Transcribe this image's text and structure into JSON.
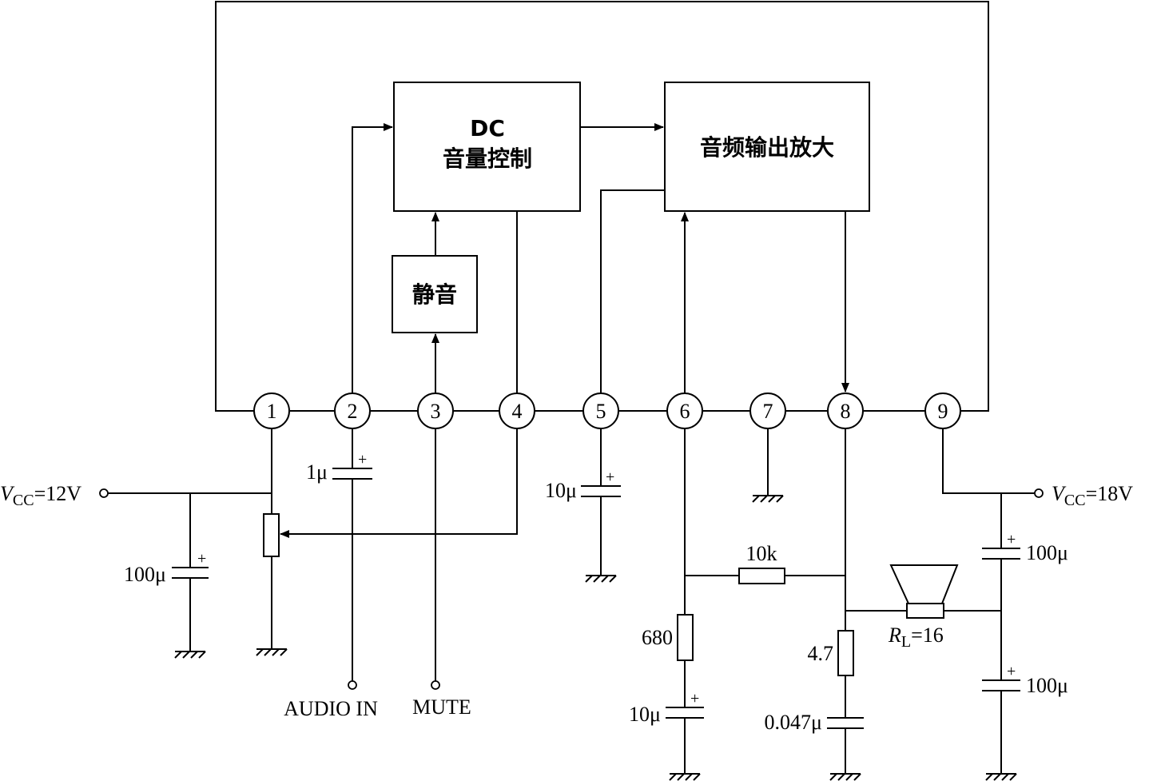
{
  "blocks": {
    "dc_volume": {
      "line1": "DC",
      "line2": "音量控制"
    },
    "audio_amp": {
      "label": "音频输出放大"
    },
    "mute_block": {
      "label": "静音"
    }
  },
  "pins": [
    "1",
    "2",
    "3",
    "4",
    "5",
    "6",
    "7",
    "8",
    "9"
  ],
  "supplies": {
    "left": {
      "symbol": "V",
      "sub": "CC",
      "value": "=12V"
    },
    "right": {
      "symbol": "V",
      "sub": "CC",
      "value": "=18V"
    }
  },
  "components": {
    "c_pin1_filter": "100μ",
    "c_pin2": "1μ",
    "c_pin5": "10μ",
    "r_fb_680": "680",
    "c_pin6": "10μ",
    "r_fb_10k": "10k",
    "r_zobel": "4.7",
    "c_zobel": "0.047μ",
    "c_out_top": "100μ",
    "c_out_bottom": "100μ",
    "plus_sign": "+"
  },
  "load": {
    "symbol": "R",
    "sub": "L",
    "value": "=16"
  },
  "terminals": {
    "audio_in": "AUDIO IN",
    "mute": "MUTE"
  }
}
